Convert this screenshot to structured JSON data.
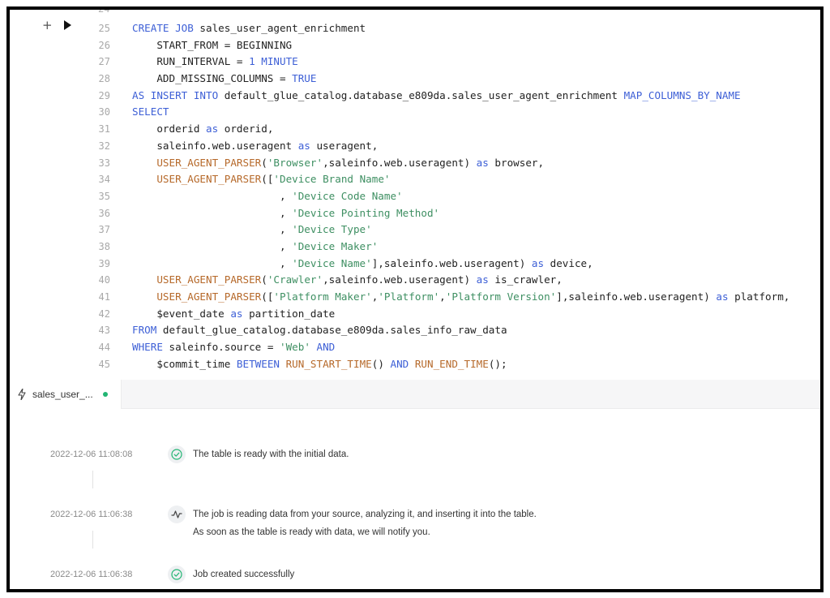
{
  "editor": {
    "first_line_stub": "24",
    "lines": [
      {
        "n": "25",
        "html": "<span class=\"kw\">CREATE JOB</span> sales_user_agent_enrichment"
      },
      {
        "n": "26",
        "html": "    START_FROM = BEGINNING"
      },
      {
        "n": "27",
        "html": "    RUN_INTERVAL = <span class=\"num\">1</span> <span class=\"kw\">MINUTE</span>"
      },
      {
        "n": "28",
        "html": "    ADD_MISSING_COLUMNS = <span class=\"kw\">TRUE</span>"
      },
      {
        "n": "29",
        "html": "<span class=\"kw\">AS INSERT INTO</span> default_glue_catalog.database_e809da.sales_user_agent_enrichment <span class=\"kw\">MAP_COLUMNS_BY_NAME</span>"
      },
      {
        "n": "30",
        "html": "<span class=\"kw\">SELECT</span>"
      },
      {
        "n": "31",
        "html": "    orderid <span class=\"kw\">as</span> orderid,"
      },
      {
        "n": "32",
        "html": "    saleinfo.web.useragent <span class=\"kw\">as</span> useragent,"
      },
      {
        "n": "33",
        "html": "    <span class=\"fn\">USER_AGENT_PARSER</span>(<span class=\"str\">'Browser'</span>,saleinfo.web.useragent) <span class=\"kw\">as</span> browser,"
      },
      {
        "n": "34",
        "html": "    <span class=\"fn\">USER_AGENT_PARSER</span>([<span class=\"str\">'Device Brand Name'</span>"
      },
      {
        "n": "35",
        "html": "                        , <span class=\"str\">'Device Code Name'</span>"
      },
      {
        "n": "36",
        "html": "                        , <span class=\"str\">'Device Pointing Method'</span>"
      },
      {
        "n": "37",
        "html": "                        , <span class=\"str\">'Device Type'</span>"
      },
      {
        "n": "38",
        "html": "                        , <span class=\"str\">'Device Maker'</span>"
      },
      {
        "n": "39",
        "html": "                        , <span class=\"str\">'Device Name'</span>],saleinfo.web.useragent) <span class=\"kw\">as</span> device,"
      },
      {
        "n": "40",
        "html": "    <span class=\"fn\">USER_AGENT_PARSER</span>(<span class=\"str\">'Crawler'</span>,saleinfo.web.useragent) <span class=\"kw\">as</span> is_crawler,"
      },
      {
        "n": "41",
        "html": "    <span class=\"fn\">USER_AGENT_PARSER</span>([<span class=\"str\">'Platform Maker'</span>,<span class=\"str\">'Platform'</span>,<span class=\"str\">'Platform Version'</span>],saleinfo.web.useragent) <span class=\"kw\">as</span> platform,"
      },
      {
        "n": "42",
        "html": "    $event_date <span class=\"kw\">as</span> partition_date"
      },
      {
        "n": "43",
        "html": "<span class=\"kw\">FROM</span> default_glue_catalog.database_e809da.sales_info_raw_data"
      },
      {
        "n": "44",
        "html": "<span class=\"kw\">WHERE</span> saleinfo.source = <span class=\"str\">'Web'</span> <span class=\"kw\">AND</span>"
      },
      {
        "n": "45",
        "html": "    $commit_time <span class=\"kw\">BETWEEN</span> <span class=\"fn\">RUN_START_TIME</span>() <span class=\"kw\">AND</span> <span class=\"fn\">RUN_END_TIME</span>();"
      }
    ]
  },
  "tab": {
    "label": "sales_user_...",
    "icon": "bolt-icon",
    "status_color": "#22b573"
  },
  "timeline": {
    "events": [
      {
        "timestamp": "2022-12-06 11:08:08",
        "icon": "check-circle-icon",
        "lines": [
          "The table is ready with the initial data."
        ]
      },
      {
        "timestamp": "2022-12-06 11:06:38",
        "icon": "activity-icon",
        "lines": [
          "The job is reading data from your source, analyzing it, and inserting it into the table.",
          "As soon as the table is ready with data, we will notify you."
        ]
      },
      {
        "timestamp": "2022-12-06 11:06:38",
        "icon": "check-circle-icon",
        "lines": [
          "Job created successfully"
        ]
      }
    ]
  },
  "colors": {
    "keyword": "#3d5fd6",
    "function": "#b6692a",
    "string": "#3e8f62",
    "success": "#22b573"
  }
}
